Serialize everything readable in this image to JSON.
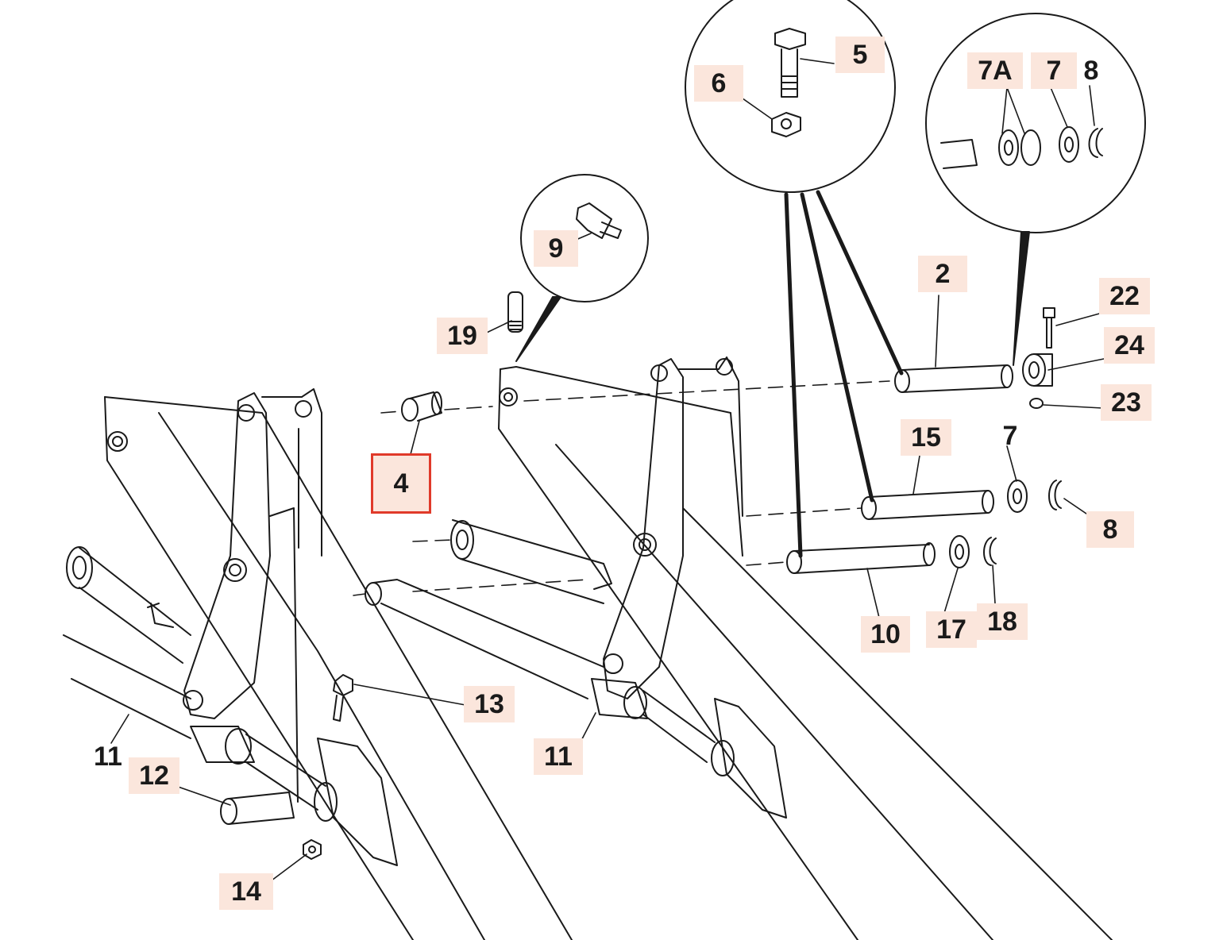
{
  "diagram": {
    "highlight_color": "#fbe6dc",
    "selection_color": "#e03a2a",
    "line_color": "#1a1a1a",
    "selected_part": "4"
  },
  "callouts": {
    "c2": "2",
    "c4": "4",
    "c5": "5",
    "c6": "6",
    "c7a": "7A",
    "c7_top": "7",
    "c8_top": "8",
    "c7_mid": "7",
    "c8_mid": "8",
    "c9": "9",
    "c10": "10",
    "c11_left": "11",
    "c11_center": "11",
    "c12": "12",
    "c13": "13",
    "c14": "14",
    "c15": "15",
    "c17": "17",
    "c18": "18",
    "c19": "19",
    "c22": "22",
    "c23": "23",
    "c24": "24"
  }
}
